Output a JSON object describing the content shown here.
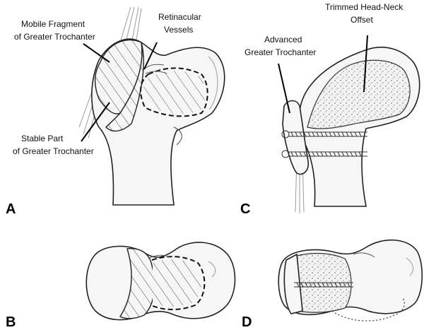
{
  "labels": {
    "mobile_fragment": [
      "Mobile Fragment",
      "of Greater Trochanter"
    ],
    "retinacular": [
      "Retinacular",
      "Vessels"
    ],
    "stable_part": [
      "Stable Part",
      "of Greater Trochanter"
    ],
    "advanced": [
      "Advanced",
      "Greater Trochanter"
    ],
    "trimmed": [
      "Trimmed Head-Neck",
      "Offset"
    ]
  },
  "panels": {
    "a": "A",
    "b": "B",
    "c": "C",
    "d": "D"
  }
}
